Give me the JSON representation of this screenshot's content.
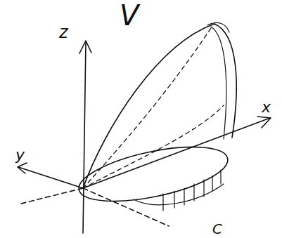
{
  "diagram": {
    "labels": [
      "V",
      "z",
      "y",
      "x",
      "C"
    ]
  }
}
